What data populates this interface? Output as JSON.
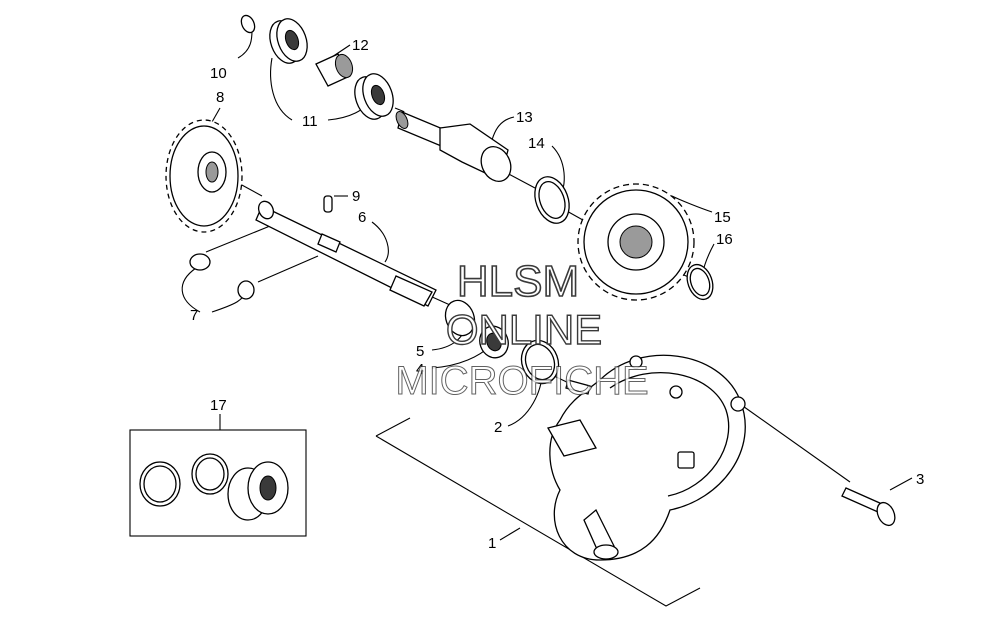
{
  "callouts": [
    {
      "id": "1",
      "label": "1"
    },
    {
      "id": "2",
      "label": "2"
    },
    {
      "id": "3",
      "label": "3"
    },
    {
      "id": "4",
      "label": "4"
    },
    {
      "id": "5",
      "label": "5"
    },
    {
      "id": "6",
      "label": "6"
    },
    {
      "id": "7",
      "label": "7"
    },
    {
      "id": "8",
      "label": "8"
    },
    {
      "id": "9",
      "label": "9"
    },
    {
      "id": "10",
      "label": "10"
    },
    {
      "id": "11",
      "label": "11"
    },
    {
      "id": "12",
      "label": "12"
    },
    {
      "id": "13",
      "label": "13"
    },
    {
      "id": "14",
      "label": "14"
    },
    {
      "id": "15",
      "label": "15"
    },
    {
      "id": "16",
      "label": "16"
    },
    {
      "id": "17",
      "label": "17"
    }
  ],
  "watermark": {
    "line1": "HLSM",
    "line2": "ONLINE",
    "line3": "MICROFICHE"
  }
}
